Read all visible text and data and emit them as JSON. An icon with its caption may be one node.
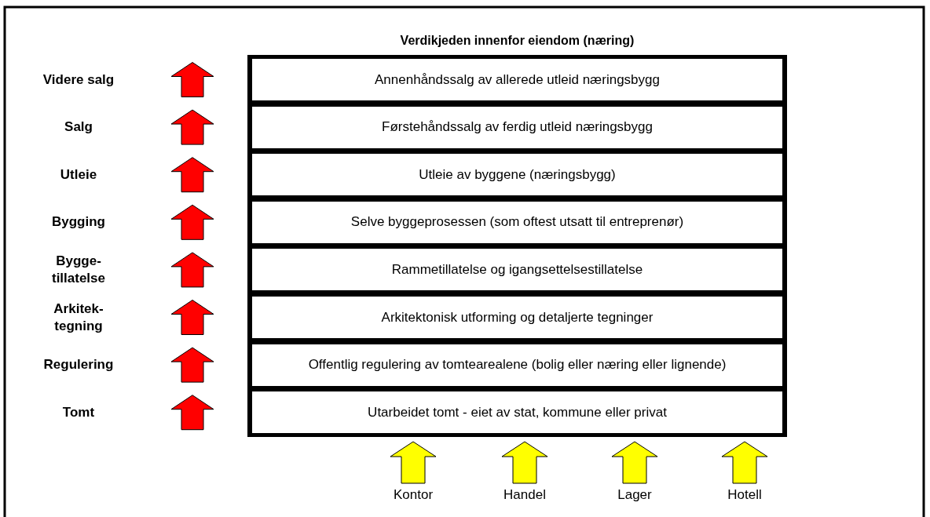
{
  "diagram": {
    "nodes": [
      {
        "text": [
          "Verdikjeden innenfor eiendom (næring)"
        ]
      },
      {
        "text": [
          "Annenhåndssalg av allerede utleid næringsbygg"
        ],
        "in": 0
      },
      {
        "text": [
          "Førstehåndssalg av ferdig utleid næringsbygg"
        ],
        "in": 0
      },
      {
        "text": [
          "Utleie av byggene (næringsbygg)"
        ],
        "in": 0
      },
      {
        "text": [
          "Selve byggeprosessen (som oftest utsatt til entreprenør)"
        ],
        "in": 0
      },
      {
        "text": [
          "Rammetillatelse og igangsettelsestillatelse"
        ],
        "in": 0
      },
      {
        "text": [
          "Arkitektonisk utforming og detaljerte tegninger"
        ],
        "in": 0
      },
      {
        "text": [
          "Offentlig regulering av tomtearealene (bolig eller næring eller lignende)"
        ],
        "in": 0
      },
      {
        "text": [
          "Utarbeidet tomt - eiet av stat, kommune eller privat"
        ],
        "in": 0
      },
      {
        "text": [
          "Kontor"
        ]
      },
      {
        "text": [
          "Handel"
        ]
      },
      {
        "text": [
          "Lager"
        ]
      },
      {
        "text": [
          "Hotell"
        ]
      }
    ],
    "edges": [
      {
        "from": 9,
        "to": 0,
        "arrow": "to"
      },
      {
        "from": 10,
        "to": 0,
        "arrow": "to"
      },
      {
        "from": 11,
        "to": 0,
        "arrow": "to"
      },
      {
        "from": 12,
        "to": 0,
        "arrow": "to"
      }
    ],
    "labels": [
      "Videre salg",
      "Salg",
      "Utleie",
      "Bygging",
      "Bygge- tillatelse",
      "Arkitek- tegning",
      "Regulering",
      "Tomt"
    ]
  }
}
